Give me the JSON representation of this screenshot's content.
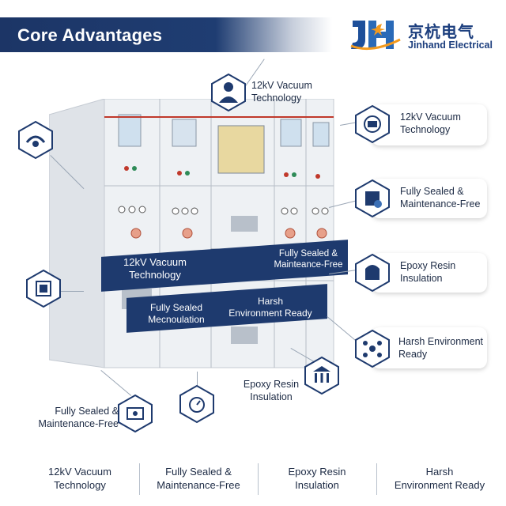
{
  "header": {
    "title": "Core Advantages"
  },
  "brand": {
    "name_cn": "京杭电气",
    "name_en": "Jinhand Electrical",
    "colors": {
      "navy": "#1c3566",
      "orange": "#f39a1e",
      "blue": "#2a6ab8"
    }
  },
  "callouts": {
    "top_center": "12kV Vacuum\nTechnology",
    "right_1": "12kV Vacuum\nTechnology",
    "right_2": "Fully Sealed &\nMaintenance-Free",
    "right_3": "Epoxy Resin\nInsulation",
    "right_4": "Harsh Environment\nReady",
    "bottom_center": "Epoxy Resin\nInsulation",
    "bottom_left": "Fully Sealed &\nMaintenance-Free"
  },
  "bands": {
    "band_1_left": "12kV Vacuum\nTechnology",
    "band_1_right": "Fully Sealed &\nMainteance-Free",
    "band_2_left": "Fully Sealed\nMecnoulation",
    "band_2_right": "Harsh\nEnvironment Ready"
  },
  "footer": {
    "items": [
      "12kV Vacuum\nTechnology",
      "Fully Sealed &\nMaintenance-Free",
      "Epoxy Resin\nInsulation",
      "Harsh\nEnvironment Ready"
    ]
  },
  "icons": [
    "engineer-icon",
    "vacuum-icon",
    "sealed-icon",
    "resin-icon",
    "network-icon",
    "building-icon",
    "stopwatch-icon",
    "cable-icon",
    "module-icon",
    "shield-icon"
  ]
}
